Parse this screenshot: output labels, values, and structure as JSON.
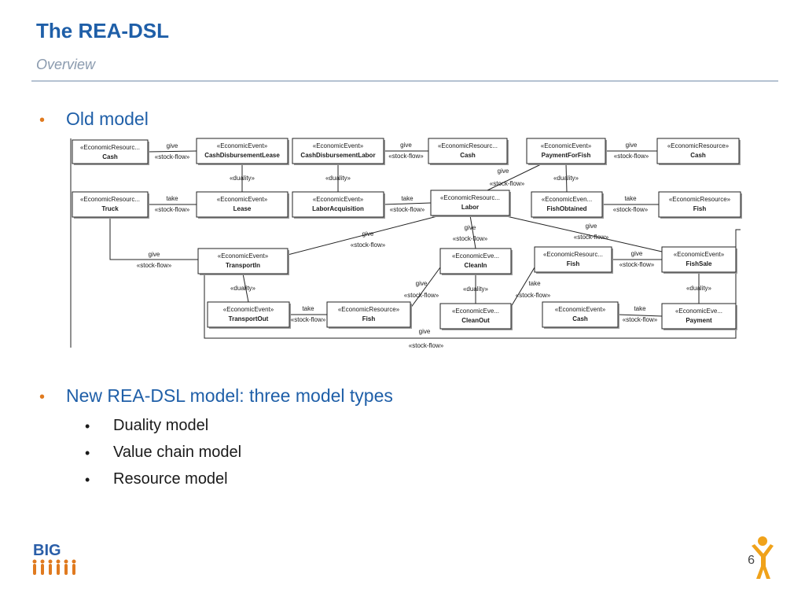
{
  "header": {
    "title": "The REA-DSL",
    "subtitle": "Overview"
  },
  "bullets": {
    "old_model": "Old model",
    "new_model": "New REA-DSL model: three model types",
    "sub": [
      "Duality model",
      "Value chain model",
      "Resource model"
    ]
  },
  "logo": {
    "text": "BIG"
  },
  "page_number": "6",
  "diagram": {
    "boxes": [
      {
        "id": "cash1",
        "st": "«EconomicResourc...",
        "nm": "Cash"
      },
      {
        "id": "cdl",
        "st": "«EconomicEvent»",
        "nm": "CashDisbursementLease"
      },
      {
        "id": "cdlab",
        "st": "«EconomicEvent»",
        "nm": "CashDisbursementLabor"
      },
      {
        "id": "cash2",
        "st": "«EconomicResourc...",
        "nm": "Cash"
      },
      {
        "id": "pff",
        "st": "«EconomicEvent»",
        "nm": "PaymentForFish"
      },
      {
        "id": "cash3",
        "st": "«EconomicResource»",
        "nm": "Cash"
      },
      {
        "id": "truck",
        "st": "«EconomicResourc...",
        "nm": "Truck"
      },
      {
        "id": "lease",
        "st": "«EconomicEvent»",
        "nm": "Lease"
      },
      {
        "id": "laq",
        "st": "«EconomicEvent»",
        "nm": "LaborAcquisition"
      },
      {
        "id": "labor",
        "st": "«EconomicResourc...",
        "nm": "Labor"
      },
      {
        "id": "fob",
        "st": "«EconomicEven...",
        "nm": "FishObtained"
      },
      {
        "id": "fish1",
        "st": "«EconomicResource»",
        "nm": "Fish"
      },
      {
        "id": "tin",
        "st": "«EconomicEvent»",
        "nm": "TransportIn"
      },
      {
        "id": "cin",
        "st": "«EconomicEve...",
        "nm": "CleanIn"
      },
      {
        "id": "fish2",
        "st": "«EconomicResourc...",
        "nm": "Fish"
      },
      {
        "id": "fsale",
        "st": "«EconomicEvent»",
        "nm": "FishSale"
      },
      {
        "id": "tout",
        "st": "«EconomicEvent»",
        "nm": "TransportOut"
      },
      {
        "id": "fish3",
        "st": "«EconomicResource»",
        "nm": "Fish"
      },
      {
        "id": "cout",
        "st": "«EconomicEve...",
        "nm": "CleanOut"
      },
      {
        "id": "cash4",
        "st": "«EconomicEvent»",
        "nm": "Cash"
      },
      {
        "id": "pay",
        "st": "«EconomicEve...",
        "nm": "Payment"
      }
    ],
    "labels": {
      "give": "give",
      "take": "take",
      "stock_flow": "«stock-flow»",
      "duality": "«duality»"
    }
  }
}
